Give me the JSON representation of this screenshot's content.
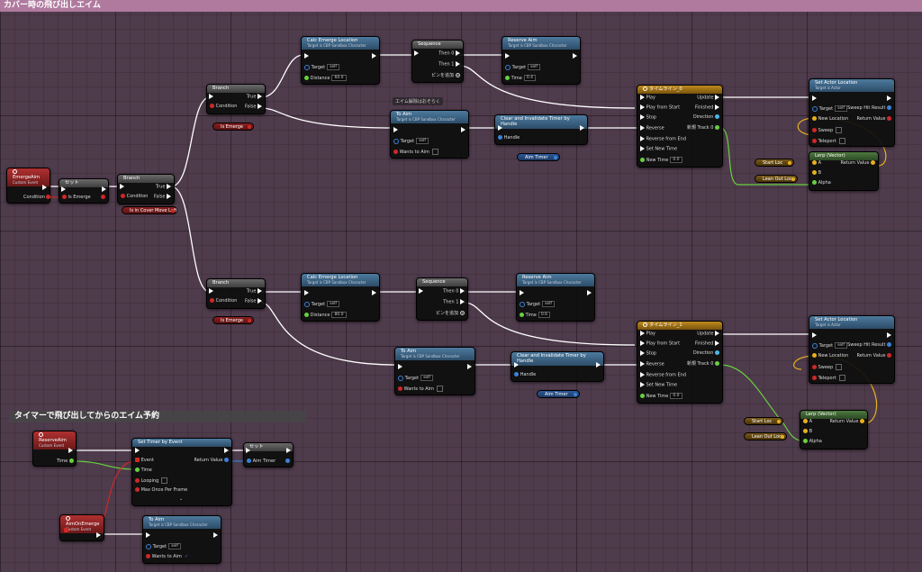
{
  "window": {
    "title": "カバー時の飛び出しエイム"
  },
  "section": {
    "title": "タイマーで飛び出してからのエイム予約"
  },
  "pins": {
    "exec": "",
    "condition": "Condition",
    "is_emerge": "Is Emerge",
    "true": "True",
    "false": "False",
    "target": "Target",
    "self": "self",
    "distance": "Distance",
    "time": "Time",
    "then0": "Then 0",
    "then1": "Then 1",
    "add_pin": "ピンを追加",
    "wants_to_aim": "Wants to Aim",
    "handle": "Handle",
    "play": "Play",
    "play_from_start": "Play from Start",
    "stop": "Stop",
    "reverse": "Reverse",
    "reverse_from_end": "Reverse from End",
    "set_new_time": "Set New Time",
    "new_time": "New Time",
    "update": "Update",
    "finished": "Finished",
    "direction": "Direction",
    "new_track": "新規 Track 0",
    "new_location": "New Location",
    "sweep": "Sweep",
    "teleport": "Teleport",
    "sweep_hit_result": "Sweep Hit Result",
    "return_value": "Return Value",
    "a": "A",
    "b": "B",
    "alpha": "Alpha",
    "event": "Event",
    "looping": "Looping",
    "max_once_per_frame": "Max Once Per Frame",
    "aim_timer": "Aim Timer"
  },
  "nodes": {
    "emerge_aim": {
      "title": "EmergeAim",
      "sub": "Custom Event"
    },
    "set_top": {
      "title": "セット"
    },
    "branch_main": {
      "title": "Branch"
    },
    "branch_top": {
      "title": "Branch"
    },
    "branch_bottom": {
      "title": "Branch"
    },
    "calc_top": {
      "title": "Calc Emerge Location",
      "sub": "Target is CBP Sandbox Character",
      "distance": "60.0"
    },
    "calc_bottom": {
      "title": "Calc Emerge Location",
      "sub": "Target is CBP Sandbox Character",
      "distance": "80.0"
    },
    "seq_top": {
      "title": "Sequence"
    },
    "seq_bottom": {
      "title": "Sequence"
    },
    "reserve_top": {
      "title": "Reserve Aim",
      "sub": "Target is CBP Sandbox Character",
      "time": "0.4"
    },
    "reserve_bottom": {
      "title": "Reserve Aim",
      "sub": "Target is CBP Sandbox Character",
      "time": "0.6"
    },
    "toaim_top": {
      "title": "To Aim",
      "sub": "Target is CBP Sandbox Character"
    },
    "toaim_bottom": {
      "title": "To Aim",
      "sub": "Target is CBP Sandbox Character"
    },
    "clear_top": {
      "title": "Clear and Invalidate Timer by Handle"
    },
    "clear_bottom": {
      "title": "Clear and Invalidate Timer by Handle"
    },
    "timeline_top": {
      "title": "タイムライン_0",
      "new_time": "0.0"
    },
    "timeline_bottom": {
      "title": "タイムライン_1",
      "new_time": "0.0"
    },
    "setloc_top": {
      "title": "Set Actor Location",
      "sub": "Target is Actor"
    },
    "setloc_bottom": {
      "title": "Set Actor Location",
      "sub": "Target is Actor"
    },
    "lerp_top": {
      "title": "Lerp (Vector)"
    },
    "lerp_bottom": {
      "title": "Lerp (Vector)"
    },
    "reserve_event": {
      "title": "ReserveAim",
      "sub": "Custom Event"
    },
    "set_timer": {
      "title": "Set Timer by Event"
    },
    "set_bottom": {
      "title": "セット"
    },
    "aim_on_emerge": {
      "title": "AimOnEmerge",
      "sub": "Custom Event"
    },
    "toaim_event": {
      "title": "To Aim",
      "sub": "Target is CBP Sandbox Character"
    }
  },
  "vars": {
    "is_emerge_1": "Is Emerge",
    "is_emerge_2": "Is Emerge",
    "is_in_cover_move_left": "Is in Cover Move Left",
    "aim_timer_1": "Aim Timer",
    "aim_timer_2": "Aim Timer",
    "start_loc_1": "Start Loc",
    "lean_out_loc_1": "Lean Out Loc",
    "start_loc_2": "Start Loc",
    "lean_out_loc_2": "Lean Out Loc"
  },
  "comment_top": "エイム解除はおそらく",
  "colors": {
    "exec": "#ffffff",
    "bool": "#d02828",
    "float": "#68d040",
    "vector": "#e8b020",
    "struct": "#3c82d8"
  }
}
